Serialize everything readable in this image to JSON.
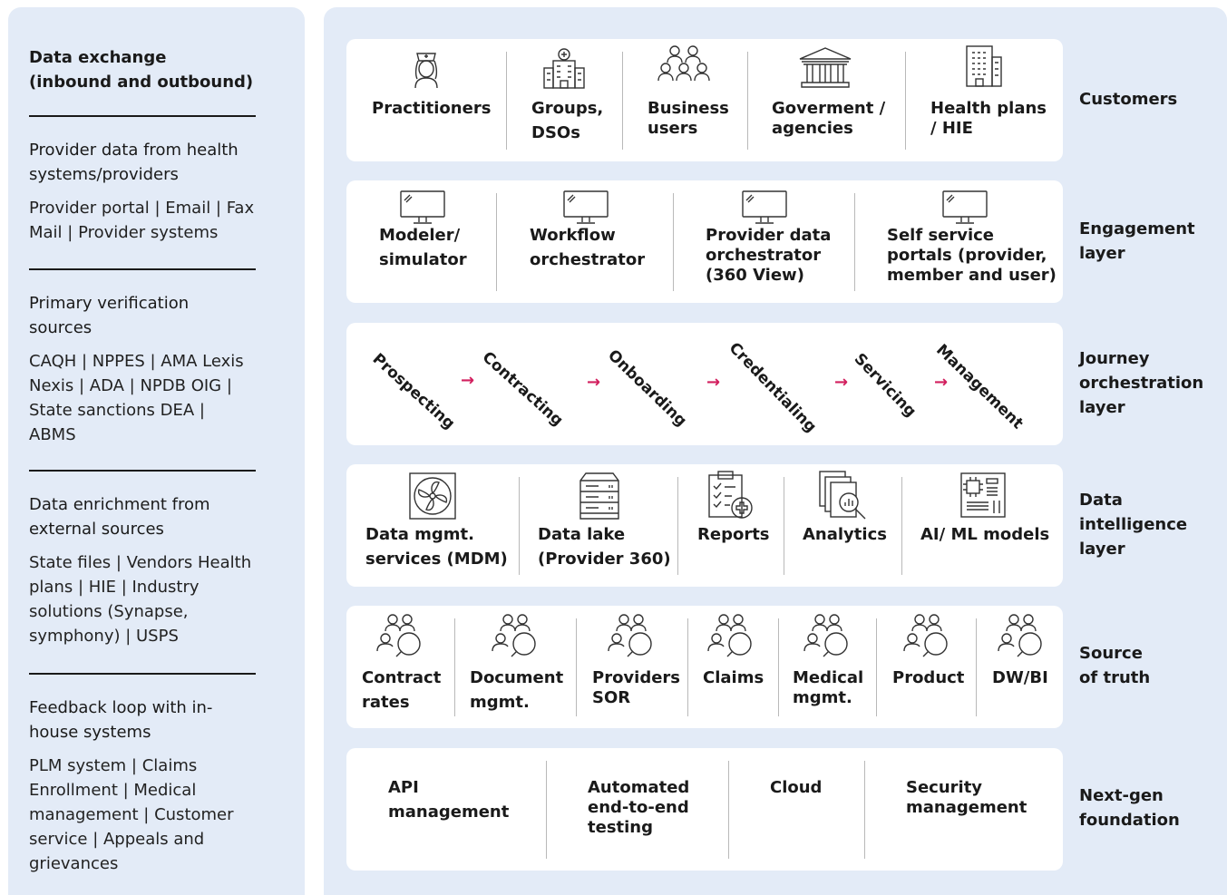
{
  "left_panel": {
    "heading": "Data exchange\n(inbound and outbound)",
    "sections": [
      {
        "title": "Provider data from health systems/providers",
        "body": "Provider portal | Email | Fax Mail | Provider systems"
      },
      {
        "title": "Primary verification sources",
        "body": "CAQH | NPPES | AMA Lexis Nexis | ADA | NPDB OIG |  State sanctions DEA | ABMS"
      },
      {
        "title": "Data enrichment from external sources",
        "body": "State files | Vendors Health plans | HIE | Industry solutions (Synapse, symphony) | USPS"
      },
      {
        "title": "Feedback loop with in-house systems",
        "body": "PLM system | Claims Enrollment | Medical management | Customer service | Appeals and grievances"
      }
    ]
  },
  "layers": {
    "customers": {
      "name": "Customers",
      "items": [
        "Practitioners",
        "Groups,\nDSOs",
        "Business\nusers",
        "Goverment /\nagencies",
        "Health plans\n/ HIE"
      ],
      "icons": [
        "nurse-icon",
        "hospital-icon",
        "users-group-icon",
        "government-building-icon",
        "office-building-icon"
      ]
    },
    "engagement": {
      "name": "Engagement\nlayer",
      "items": [
        "Modeler/\nsimulator",
        "Workflow\norchestrator",
        "Provider data\norchestrator\n(360 View)",
        "Self service\nportals (provider,\nmember and user)"
      ],
      "icon": "monitor-icon"
    },
    "journey": {
      "name": "Journey\norchestration\nlayer",
      "steps": [
        "Prospecting",
        "Contracting",
        "Onboarding",
        "Credentialing",
        "Servicing",
        "Management"
      ],
      "arrow": "→",
      "arrow_color": "#d21f5e"
    },
    "intelligence": {
      "name": "Data\nintelligence\nlayer",
      "items": [
        "Data mgmt.\nservices (MDM)",
        "Data lake\n(Provider 360)",
        "Reports",
        "Analytics",
        "AI/ ML models"
      ],
      "icons": [
        "fan-icon",
        "server-icon",
        "clipboard-report-icon",
        "analytics-documents-icon",
        "circuit-board-icon"
      ]
    },
    "source": {
      "name": "Source\nof truth",
      "items": [
        "Contract\nrates",
        "Document\nmgmt.",
        "Providers\nSOR",
        "Claims",
        "Medical\nmgmt.",
        "Product",
        "DW/BI"
      ],
      "icon": "people-search-icon"
    },
    "foundation": {
      "name": "Next-gen\nfoundation",
      "items": [
        "API\nmanagement",
        "Automated\nend-to-end\ntesting",
        "Cloud",
        "Security\nmanagement"
      ]
    }
  },
  "colors": {
    "panel": "#e3ebf7",
    "card": "#ffffff",
    "accent": "#d21f5e",
    "text": "#1a1a1a"
  }
}
